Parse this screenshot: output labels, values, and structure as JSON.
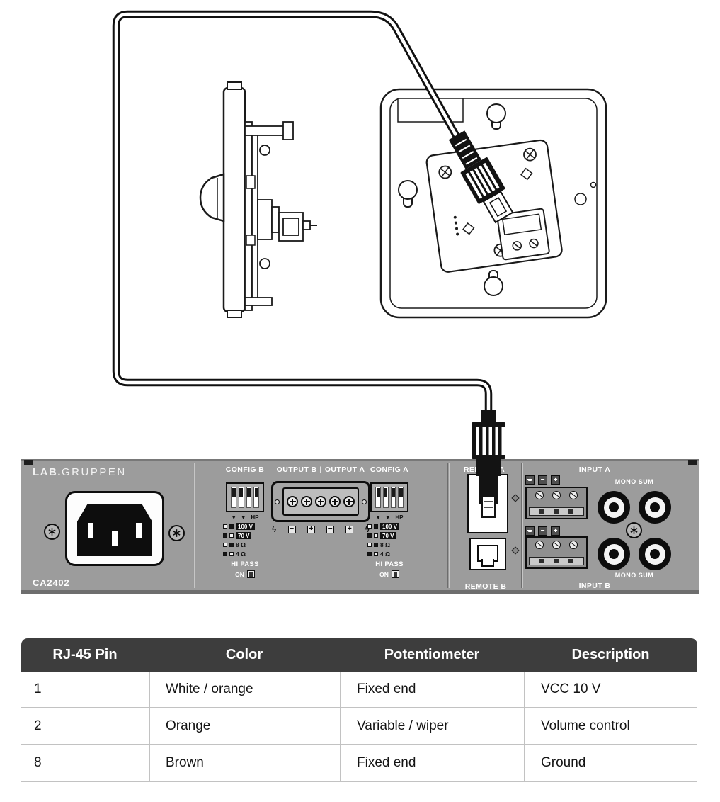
{
  "colors": {
    "panel": "#9c9c9c",
    "table_header_bg": "#3d3d3d",
    "table_line": "#c2c2c2",
    "ink": "#141414"
  },
  "panel": {
    "brand_bold": "LAB.",
    "brand_light": "GRUPPEN",
    "model": "CA2402",
    "config_b_title": "CONFIG B",
    "config_a_title": "CONFIG A",
    "config": {
      "hp_markers": "▼ ▼",
      "hp": "HP",
      "tap1": "100 V",
      "tap2": "70 V",
      "tap3": "8 Ω",
      "tap4": "4 Ω",
      "hi_pass": "HI PASS",
      "on": "ON"
    },
    "output": {
      "label_b": "OUTPUT B",
      "separator": "|",
      "label_a": "OUTPUT A",
      "sym_hazard": "ϟ",
      "sym_minus": "−",
      "sym_plus": "+"
    },
    "remote": {
      "label_a": "REMOTE A",
      "label_b": "REMOTE B"
    },
    "input": {
      "label_a": "INPUT A",
      "label_b": "INPUT B",
      "mono_sum": "MONO SUM",
      "minus": "−",
      "plus": "+",
      "ground_icon": "ground"
    }
  },
  "table": {
    "headers": [
      "RJ-45 Pin",
      "Color",
      "Potentiometer",
      "Description"
    ],
    "rows": [
      [
        "1",
        "White / orange",
        "Fixed end",
        "VCC 10 V"
      ],
      [
        "2",
        "Orange",
        "Variable / wiper",
        "Volume control"
      ],
      [
        "8",
        "Brown",
        "Fixed end",
        "Ground"
      ]
    ]
  }
}
